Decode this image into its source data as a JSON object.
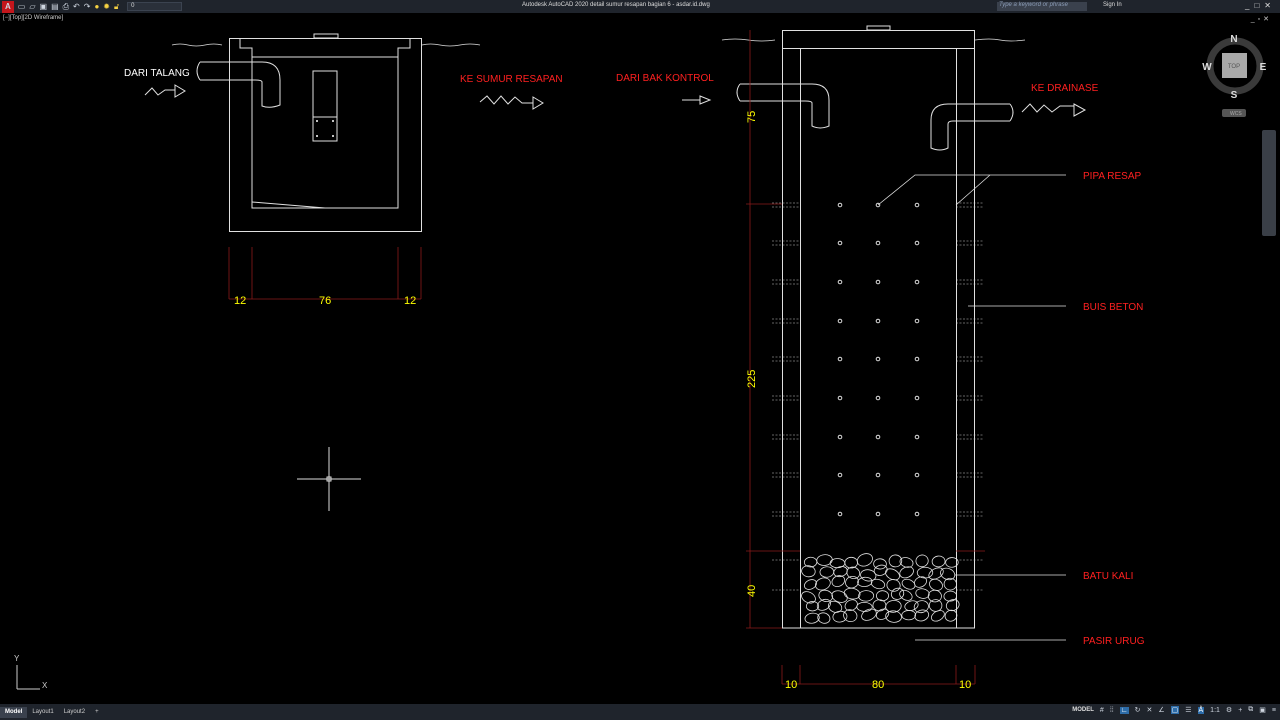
{
  "app": {
    "title": "Autodesk AutoCAD 2020   detail sumur resapan bagian 6 - asdar.id.dwg",
    "logo": "A",
    "layer": "0",
    "search_placeholder": "Type a keyword or phrase",
    "sign_in": "Sign In",
    "viewport_label": "[−][Top][2D Wireframe]"
  },
  "viewcube": {
    "n": "N",
    "s": "S",
    "e": "E",
    "w": "W",
    "top": "TOP",
    "wcs": "WCS"
  },
  "tabs": [
    {
      "label": "Model"
    },
    {
      "label": "Layout1"
    },
    {
      "label": "Layout2"
    },
    {
      "label": "+"
    }
  ],
  "status": {
    "model": "MODEL",
    "scale": "1:1"
  },
  "drawing": {
    "left": {
      "inlet_label": "DARI TALANG",
      "outlet_label": "KE SUMUR RESAPAN",
      "dims": [
        "12",
        "76",
        "12"
      ]
    },
    "right": {
      "inlet_label": "DARI BAK KONTROL",
      "outlet_label": "KE DRAINASE",
      "labels": {
        "pipa": "PIPA RESAP",
        "buis": "BUIS BETON",
        "batu": "BATU KALI",
        "pasir": "PASIR URUG"
      },
      "vdims": [
        "75",
        "225",
        "40"
      ],
      "hdims": [
        "10",
        "80",
        "10"
      ]
    },
    "ucs": {
      "x": "X",
      "y": "Y"
    }
  },
  "colors": {
    "label_red": "#ff2020",
    "dim_yellow": "#ffff00",
    "dim_line": "#8b1a1a",
    "line": "#e0e0e0"
  }
}
